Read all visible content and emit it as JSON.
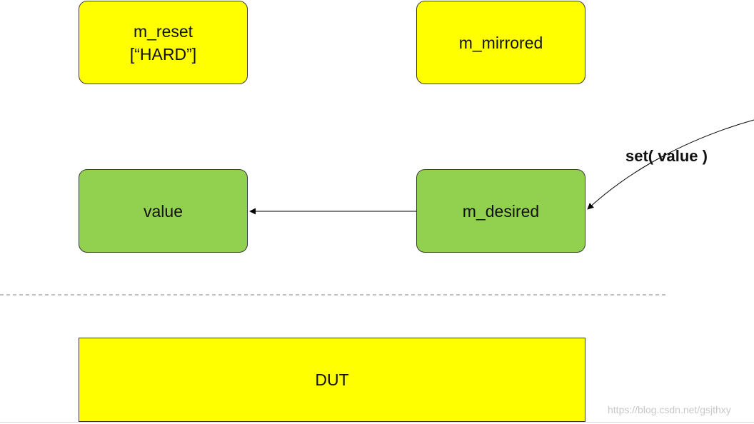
{
  "colors": {
    "mirror_fill": "#ffff00",
    "desired_fill": "#92d050",
    "border": "#3a3a3a",
    "arrow": "#000000",
    "separator": "#7f7f7f"
  },
  "boxes": {
    "m_reset": {
      "line1": "m_reset",
      "line2": "[“HARD”]"
    },
    "m_mirrored": {
      "label": "m_mirrored"
    },
    "value": {
      "label": "value"
    },
    "m_desired": {
      "label": "m_desired"
    },
    "dut": {
      "label": "DUT"
    }
  },
  "arrows": {
    "set_label": "set( value )"
  },
  "watermark": "https://blog.csdn.net/gsjthxy"
}
